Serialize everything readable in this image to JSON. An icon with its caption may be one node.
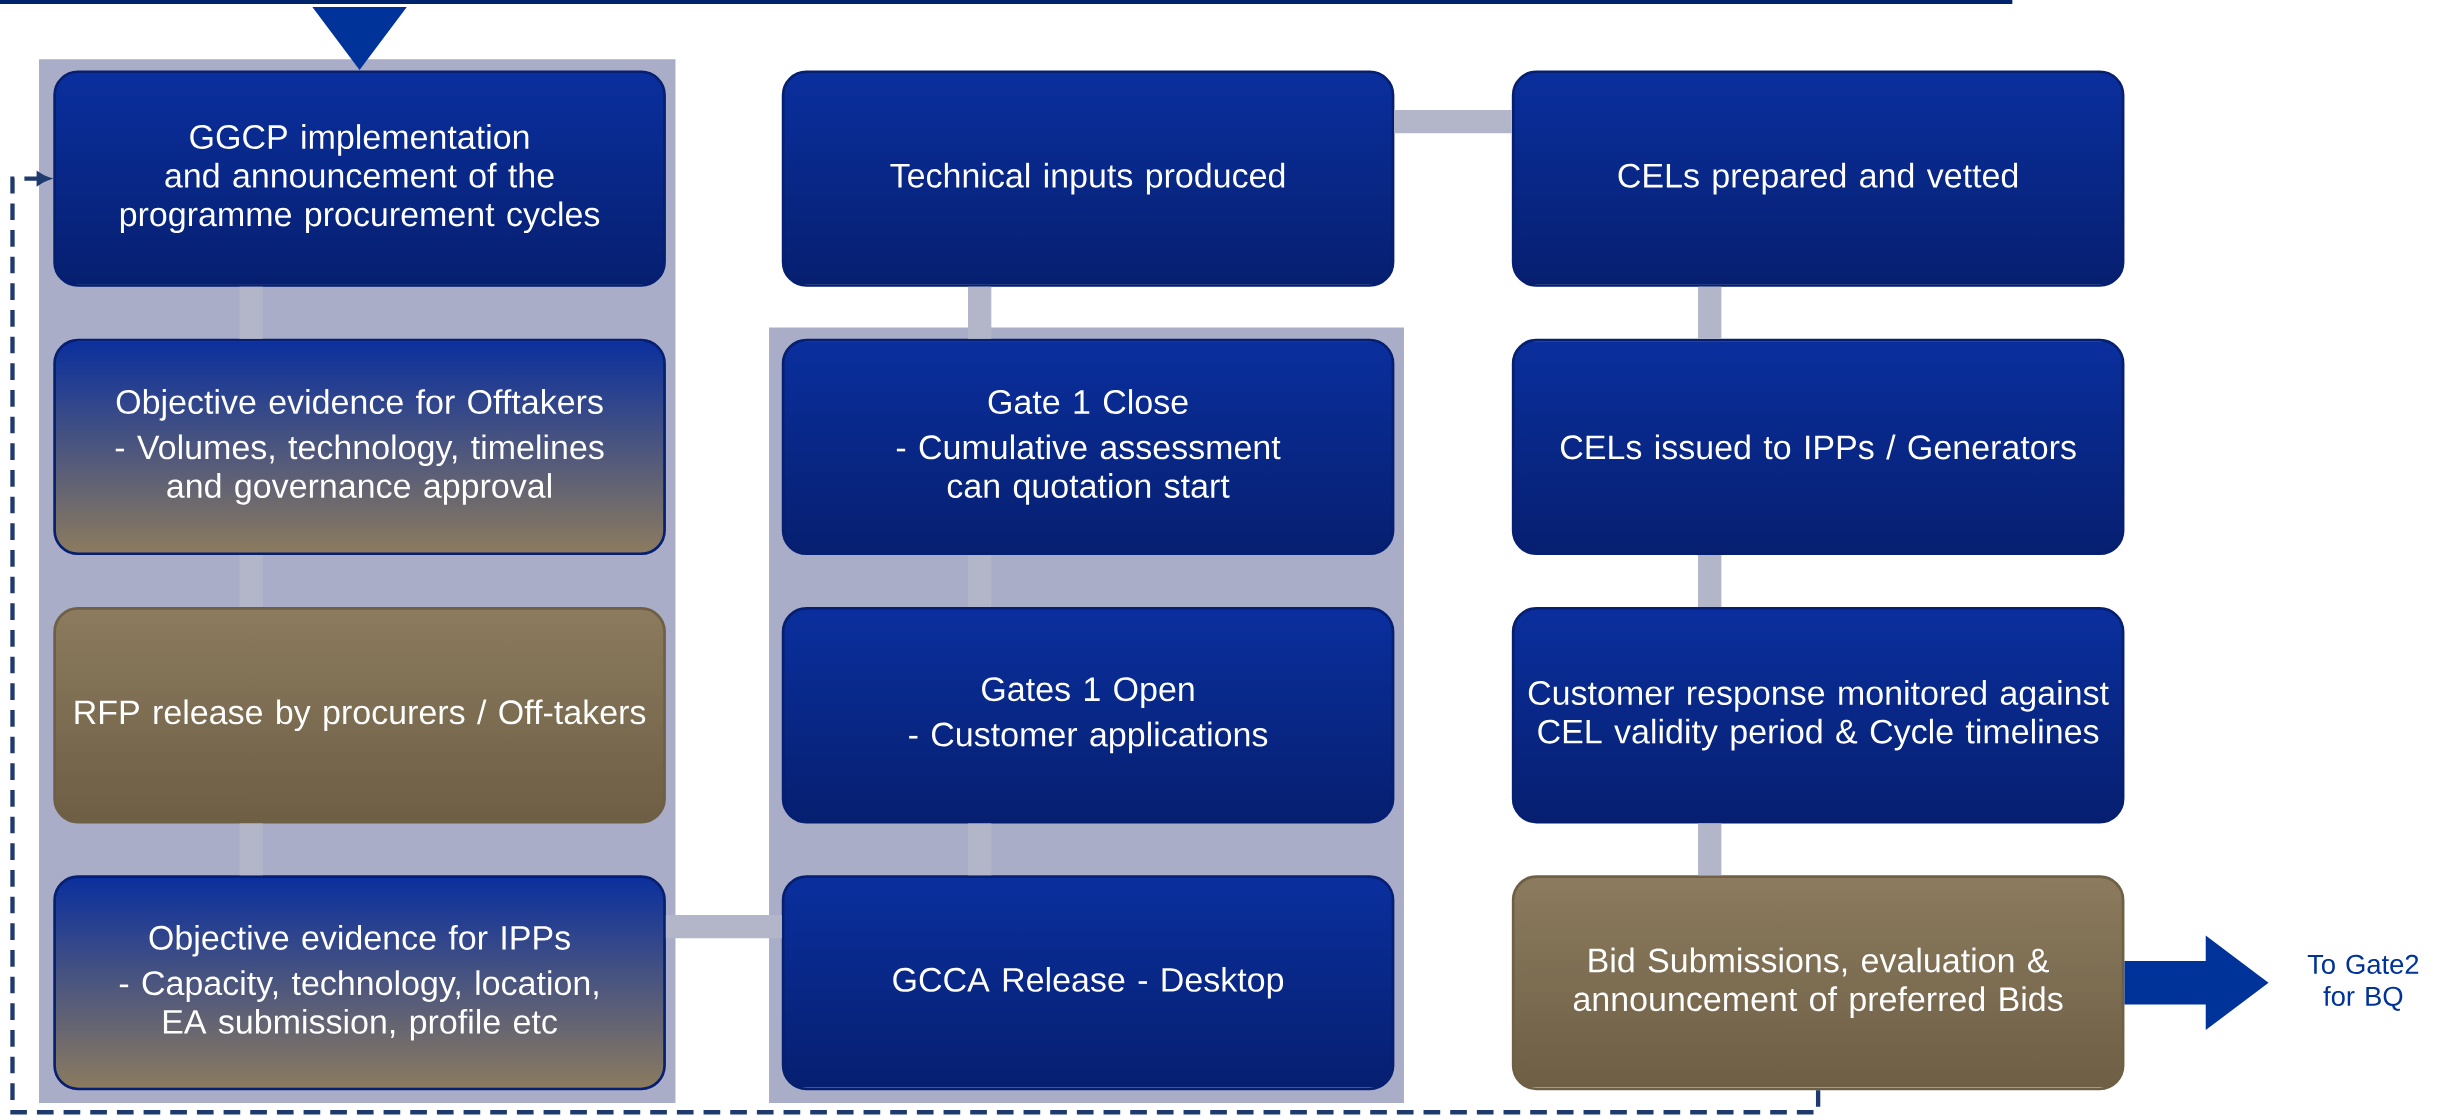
{
  "diagram": {
    "nodes": [
      {
        "text": [],
        "shape": "box"
      },
      {
        "text": [
          "GGCP implementation and announcement of the programme procurement cycles"
        ],
        "in": 0
      },
      {
        "text": [
          "Objective evidence for Offtakers",
          "- Volumes, technology, timelines and governance approval"
        ],
        "in": 0
      },
      {
        "text": [
          "RFP release by procurers / Off-takers"
        ],
        "in": 0
      },
      {
        "text": [
          "Objective evidence for IPPs",
          "- Capacity, technology, location, EA submission, profile etc"
        ],
        "in": 0
      },
      {
        "text": [
          "Technical inputs produced"
        ]
      },
      {
        "text": [],
        "shape": "box"
      },
      {
        "text": [
          "Gate 1 Close",
          "- Cumulative assessment can quotation start"
        ],
        "in": 6
      },
      {
        "text": [
          "Gates 1 Open",
          "- Customer applications"
        ],
        "in": 6
      },
      {
        "text": [
          "GCCA Release - Desktop"
        ],
        "in": 6
      },
      {
        "text": [
          "CELs prepared and vetted"
        ]
      },
      {
        "text": [
          "CELs issued to IPPs / Generators"
        ]
      },
      {
        "text": [
          "Customer response monitored against CEL validity period & Cycle timelines"
        ]
      },
      {
        "text": [
          "Bid Submissions, evaluation & announcement of preferred Bids"
        ]
      },
      {
        "text": [
          "To Gate2 for BQ"
        ]
      }
    ],
    "edges": [
      {
        "from": null,
        "to": 1,
        "arrow": "to",
        "style": "thick",
        "color": "#003399"
      },
      {
        "from": 1,
        "to": 2,
        "arrow": "none"
      },
      {
        "from": 2,
        "to": 3,
        "arrow": "none"
      },
      {
        "from": 3,
        "to": 4,
        "arrow": "none"
      },
      {
        "from": 4,
        "to": 9,
        "arrow": "none"
      },
      {
        "from": 9,
        "to": 8,
        "arrow": "none"
      },
      {
        "from": 8,
        "to": 7,
        "arrow": "none"
      },
      {
        "from": 7,
        "to": 5,
        "arrow": "none"
      },
      {
        "from": 5,
        "to": 10,
        "arrow": "none"
      },
      {
        "from": 10,
        "to": 11,
        "arrow": "none"
      },
      {
        "from": 11,
        "to": 12,
        "arrow": "none"
      },
      {
        "from": 12,
        "to": 13,
        "arrow": "none"
      },
      {
        "from": 13,
        "to": 14,
        "arrow": "to",
        "style": "thick",
        "color": "#003399"
      },
      {
        "from": 13,
        "to": 1,
        "arrow": "to",
        "style": "dashed",
        "color": "#1f3a6e"
      }
    ]
  }
}
